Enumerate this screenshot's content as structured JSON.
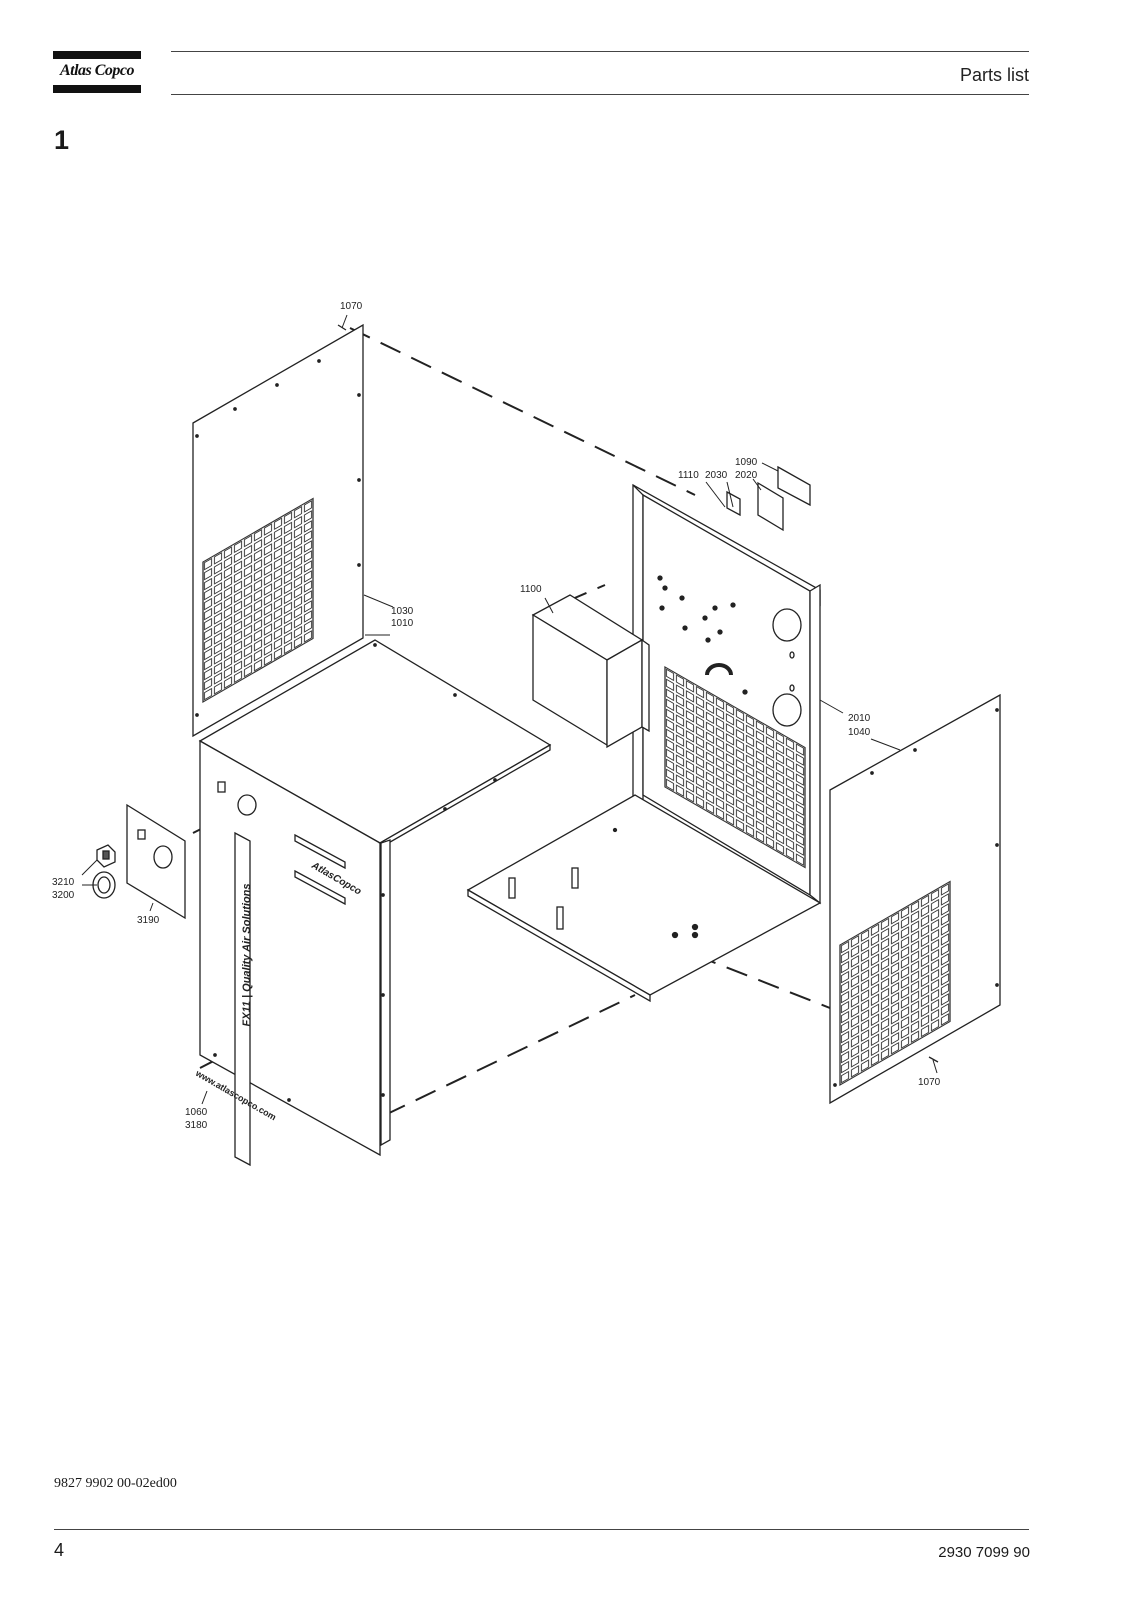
{
  "header": {
    "brand": "Atlas Copco",
    "title": "Parts list"
  },
  "section": {
    "number": "1"
  },
  "diagram": {
    "callouts": {
      "top_1070": "1070",
      "c1090": "1090",
      "c1110": "1110",
      "c2030": "2030",
      "c2020": "2020",
      "c1100": "1100",
      "c1030": "1030",
      "c1010": "1010",
      "c2010": "2010",
      "c1040": "1040",
      "c3210": "3210",
      "c3200": "3200",
      "c3190": "3190",
      "c1060": "1060",
      "c3180": "3180",
      "bottom_1070": "1070"
    },
    "decal_text": "FX11 | Quality Air Solutions",
    "website_text": "www.atlascopco.com",
    "brand_badge": "AtlasCopco"
  },
  "footer": {
    "document_code": "9827 9902 00-02ed00",
    "page_number": "4",
    "part_number": "2930 7099 90"
  }
}
